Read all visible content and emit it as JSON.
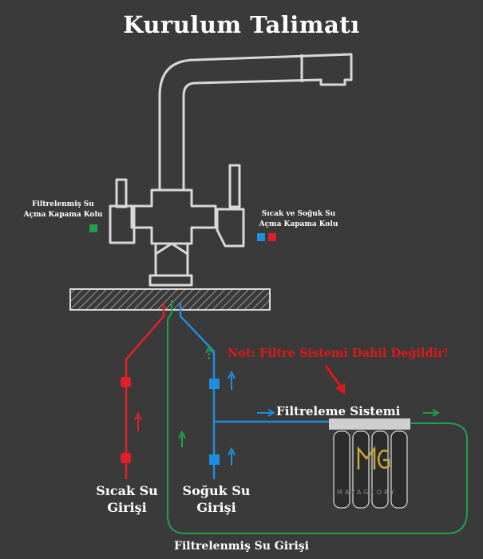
{
  "title": "Kurulum Talimatı",
  "labels": {
    "filtered_lever": "Filtrelenmiş Su\nAçma Kapama Kolu",
    "hot_cold_lever": "Sıcak ve Soğuk Su\nAçma Kapama Kolu",
    "note": "Not: Filtre Sistemi Dahil Değildir!",
    "filter_system": "Filtreleme Sistemi",
    "hot_inlet": "Sıcak Su\nGirişi",
    "cold_inlet": "Soğuk Su\nGirişi",
    "filtered_inlet": "Filtrelenmiş Su Girişi",
    "brand": "MAYAGLORY"
  },
  "colors": {
    "background": "#3a3a3a",
    "hot": "#e0202a",
    "cold": "#1e8ee0",
    "filtered": "#1ea24a",
    "outline": "#d8d8d8"
  }
}
